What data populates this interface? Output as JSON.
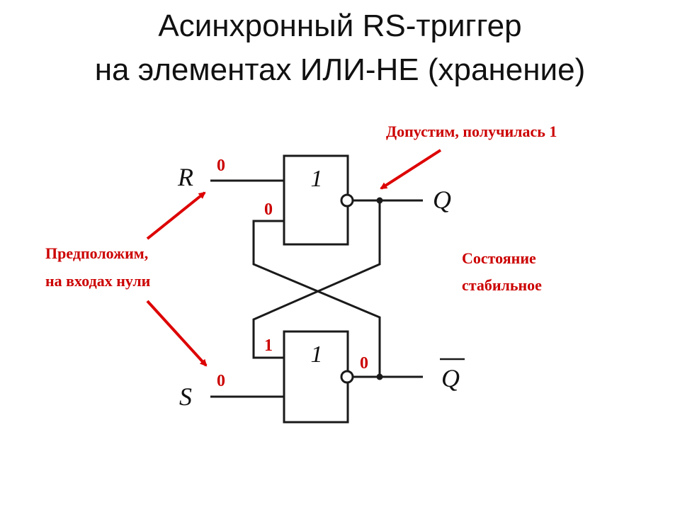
{
  "title": {
    "line1": "Асинхронный RS-триггер",
    "line2": "на элементах ИЛИ-НЕ (хранение)"
  },
  "annotations": {
    "assumed_output": "Допустим, получилась 1",
    "assume_inputs_line1": "Предположим,",
    "assume_inputs_line2": "на входах нули",
    "state_line1": "Состояние",
    "state_line2": "стабильное"
  },
  "pins": {
    "r": "R",
    "s": "S",
    "q": "Q",
    "q_bar": "Q"
  },
  "gates": {
    "top_symbol": "1",
    "bottom_symbol": "1"
  },
  "bits": {
    "r_input": "0",
    "top_feedback": "0",
    "bottom_feedback": "1",
    "q_bar_output": "0",
    "s_input": "0"
  },
  "colors": {
    "text": "#111111",
    "accent": "#cc0000",
    "line": "#1a1a1a"
  }
}
